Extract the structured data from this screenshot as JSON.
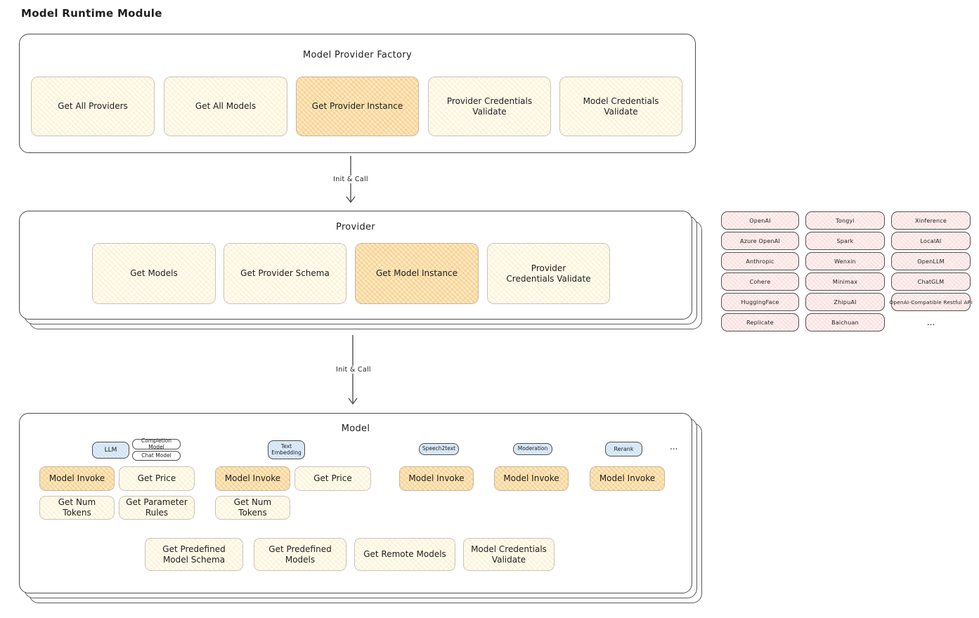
{
  "page": {
    "title": "Model Runtime Module"
  },
  "colors": {
    "ink": "#1e1e1e",
    "highlight_orange": "#f2a62c",
    "button_yellow": "#fffcf1",
    "tab_blue": "#ddebf8",
    "provider_pink": "#fdf0f0"
  },
  "arrows": [
    {
      "label": "Init & Call"
    },
    {
      "label": "Init & Call"
    }
  ],
  "factory": {
    "title": "Model Provider Factory",
    "buttons": [
      {
        "label": "Get All Providers"
      },
      {
        "label": "Get All Models"
      },
      {
        "label": "Get Provider Instance"
      },
      {
        "label": "Provider Credentials Validate"
      },
      {
        "label": "Model Credentials Validate"
      }
    ]
  },
  "provider": {
    "title": "Provider",
    "buttons": [
      {
        "label": "Get Models"
      },
      {
        "label": "Get Provider Schema"
      },
      {
        "label": "Get Model Instance"
      },
      {
        "label": "Provider Credentials Validate"
      }
    ]
  },
  "providers_grid": {
    "items": [
      "OpenAI",
      "Tongyi",
      "Xinference",
      "Azure OpenAI",
      "Spark",
      "LocalAI",
      "Anthropic",
      "Wenxin",
      "OpenLLM",
      "Cohere",
      "Minimax",
      "ChatGLM",
      "HuggingFace",
      "ZhipuAI",
      "OpenAI-Compatible Restful API",
      "Replicate",
      "Baichuan"
    ],
    "more": "..."
  },
  "model": {
    "title": "Model",
    "tabs": {
      "llm": "LLM",
      "completion": "Completion Model",
      "chat": "Chat Model",
      "text_embedding": "Text Embedding",
      "speech2text": "Speech2text",
      "moderation": "Moderation",
      "rerank": "Rerank",
      "more": "..."
    },
    "row1": [
      "Model Invoke",
      "Get Price",
      "Model Invoke",
      "Get Price",
      "Model Invoke",
      "Model Invoke",
      "Model Invoke"
    ],
    "row2": [
      "Get Num Tokens",
      "Get Parameter Rules",
      "Get Num Tokens"
    ],
    "bottom": [
      "Get Predefined Model Schema",
      "Get Predefined Models",
      "Get Remote Models",
      "Model Credentials Validate"
    ]
  }
}
